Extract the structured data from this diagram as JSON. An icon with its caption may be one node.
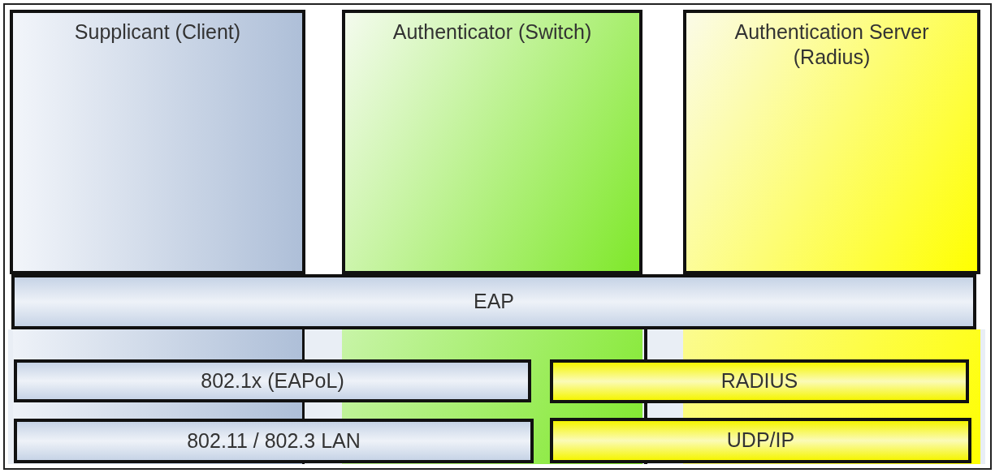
{
  "diagram": {
    "nodes": [
      {
        "text": [
          "Supplicant (Client)"
        ]
      },
      {
        "text": [
          "Authenticator (Switch)"
        ]
      },
      {
        "text": [
          "Authentication Server (Radius)"
        ]
      },
      {
        "text": [
          "EAP"
        ]
      },
      {
        "text": [
          "802.1x (EAPoL)"
        ]
      },
      {
        "text": [
          "RADIUS"
        ]
      },
      {
        "text": [
          "802.11 / 802.3 LAN"
        ]
      },
      {
        "text": [
          "UDP/IP"
        ]
      }
    ]
  }
}
